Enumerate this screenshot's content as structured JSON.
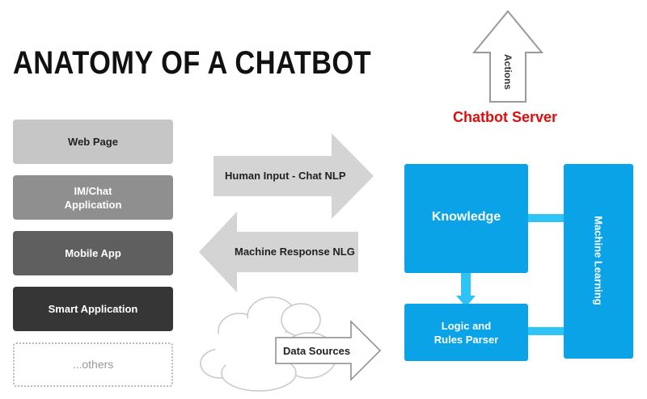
{
  "title": "ANATOMY OF A CHATBOT",
  "channels": [
    "Web Page",
    "IM/Chat\nApplication",
    "Mobile App",
    "Smart Application",
    "...others"
  ],
  "arrows": {
    "human_input": "Human Input - Chat NLP",
    "machine_response": "Machine Response NLG",
    "data_sources": "Data Sources",
    "actions": "Actions"
  },
  "server": {
    "title": "Chatbot Server",
    "knowledge": "Knowledge",
    "logic": "Logic and\nRules Parser",
    "machine_learning": "Machine Learning"
  },
  "colors": {
    "server_title": "#e10b0b",
    "server_blue": "#0aa3e8",
    "arrow_grey": "#d4d4d4",
    "channel_shades": [
      "#c6c6c6",
      "#8f8f8f",
      "#5f5f5f",
      "#363636"
    ]
  }
}
